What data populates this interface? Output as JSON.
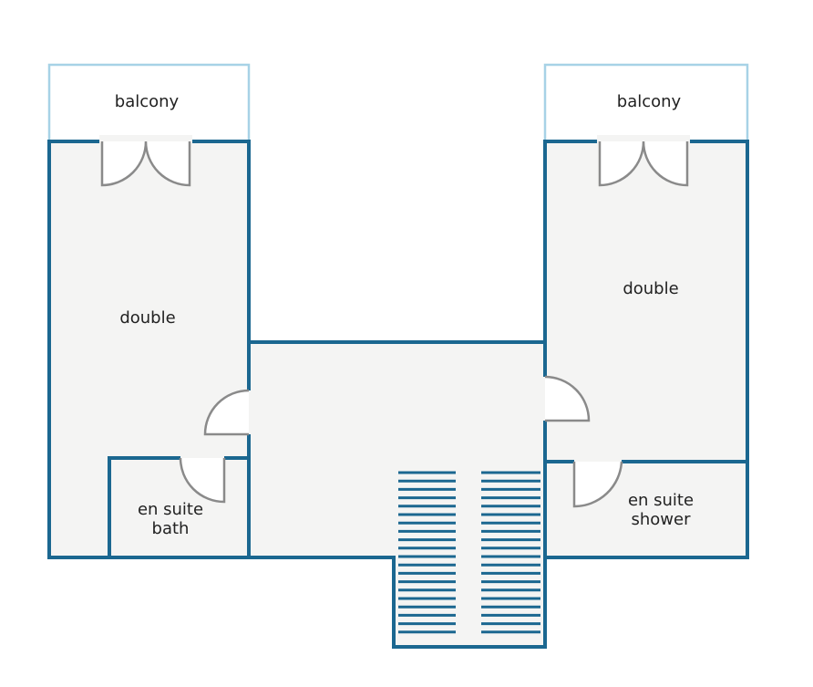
{
  "labels": {
    "balcony_left": "balcony",
    "balcony_right": "balcony",
    "double_left": "double",
    "double_right": "double",
    "ensuite_bath_line1": "en suite",
    "ensuite_bath_line2": "bath",
    "ensuite_shower_line1": "en suite",
    "ensuite_shower_line2": "shower"
  },
  "colors": {
    "wall": "#1b6790",
    "balcony_outline": "#a7d2e6",
    "floor": "#f4f4f3",
    "door": "#8a8a8a"
  }
}
